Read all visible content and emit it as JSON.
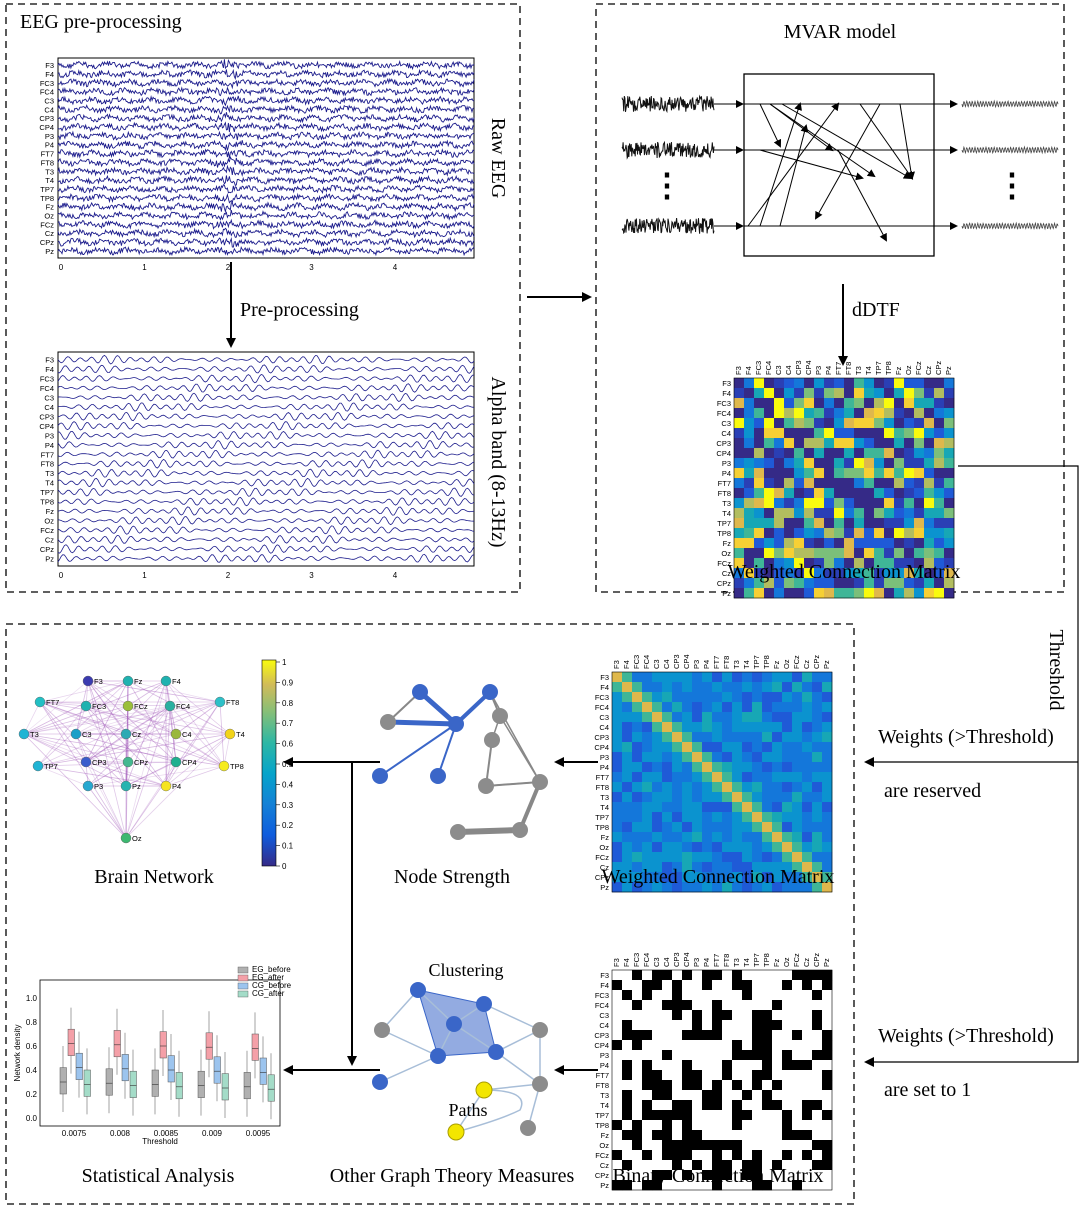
{
  "panels": {
    "preprocessing_title": "EEG pre-processing",
    "mvar_title": "MVAR model"
  },
  "raw_eeg": {
    "side_label": "Raw EEG",
    "channels": [
      "F3",
      "F4",
      "FC3",
      "FC4",
      "C3",
      "C4",
      "CP3",
      "CP4",
      "P3",
      "P4",
      "FT7",
      "FT8",
      "T3",
      "T4",
      "TP7",
      "TP8",
      "Fz",
      "Oz",
      "FCz",
      "Cz",
      "CPz",
      "Pz"
    ],
    "x_ticks": [
      "0",
      "1",
      "2",
      "3",
      "4"
    ]
  },
  "preprocessing_arrow_label": "Pre-processing",
  "alpha_eeg": {
    "side_label": "Alpha band (8-13Hz)",
    "x_ticks": [
      "0",
      "1",
      "2",
      "3",
      "4"
    ]
  },
  "mvar": {
    "dots": "⋮",
    "dots_right": "⋮"
  },
  "ddtf_label": "dDTF",
  "matrix_top": {
    "caption": "Weighted Connection Matrix",
    "channels": [
      "F3",
      "F4",
      "FC3",
      "FC4",
      "C3",
      "C4",
      "CP3",
      "CP4",
      "P3",
      "P4",
      "FT7",
      "FT8",
      "T3",
      "T4",
      "TP7",
      "TP8",
      "Fz",
      "Oz",
      "FCz",
      "Cz",
      "CPz",
      "Pz"
    ]
  },
  "threshold_label": "Threshold",
  "weights_reserved": {
    "line1": "Weights (>Threshold)",
    "line2": "are reserved"
  },
  "weights_binary": {
    "line1": "Weights (>Threshold)",
    "line2": "are set to 1"
  },
  "brain_network": {
    "caption": "Brain Network",
    "nodes": [
      "F3",
      "Fz",
      "F4",
      "FT7",
      "FC3",
      "FCz",
      "FC4",
      "FT8",
      "T3",
      "C3",
      "Cz",
      "C4",
      "T4",
      "TP7",
      "CP3",
      "CPz",
      "CP4",
      "TP8",
      "P3",
      "Pz",
      "P4",
      "Oz"
    ],
    "colorbar_ticks": [
      "1",
      "0.9",
      "0.8",
      "0.7",
      "0.6",
      "0.5",
      "0.4",
      "0.3",
      "0.2",
      "0.1",
      "0"
    ]
  },
  "node_strength": {
    "caption": "Node Strength"
  },
  "matrix_mid": {
    "caption": "Weighted Connection Matrix"
  },
  "other_measures": {
    "caption": "Other Graph Theory Measures",
    "clustering_label": "Clustering",
    "paths_label": "Paths"
  },
  "matrix_bin": {
    "caption": "Binary Connection Matrix"
  },
  "statistical": {
    "caption": "Statistical Analysis",
    "legend": [
      "EG_before",
      "EG_after",
      "CG_before",
      "CG_after"
    ],
    "legend_colors": [
      "#b0b0b0",
      "#f4a0a8",
      "#9cc4ee",
      "#a4dcc8"
    ],
    "y_label": "Network density",
    "x_label": "Threshold",
    "y_ticks": [
      "1.0",
      "0.8",
      "0.6",
      "0.4",
      "0.2",
      "0.0"
    ],
    "x_ticks": [
      "0.0075",
      "0.008",
      "0.0085",
      "0.009",
      "0.0095"
    ]
  },
  "colors": {
    "eeg_trace": "#1c1c8c",
    "node_blue": "#3a66c8",
    "node_gray": "#8c8c8c",
    "node_yellow": "#f3e600"
  }
}
